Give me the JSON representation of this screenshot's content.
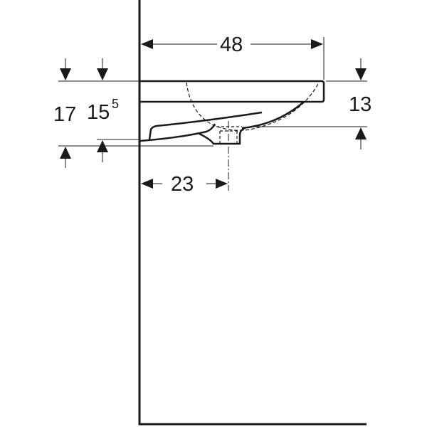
{
  "drawing": {
    "type": "washbasin side-view dimension drawing",
    "line_color": "#1a1a1a",
    "background": "#ffffff"
  },
  "dimensions": {
    "width": {
      "label": "48",
      "description": "basin projection from wall"
    },
    "total_height": {
      "label": "17",
      "description": "overall height incl. outlet"
    },
    "body_height": {
      "label": "15",
      "superscript": "5",
      "description": "basin body height"
    },
    "rim_to_outlet": {
      "label": "13",
      "description": "rim top to outlet level"
    },
    "outlet_distance": {
      "label": "23",
      "description": "wall to drain centre"
    }
  }
}
